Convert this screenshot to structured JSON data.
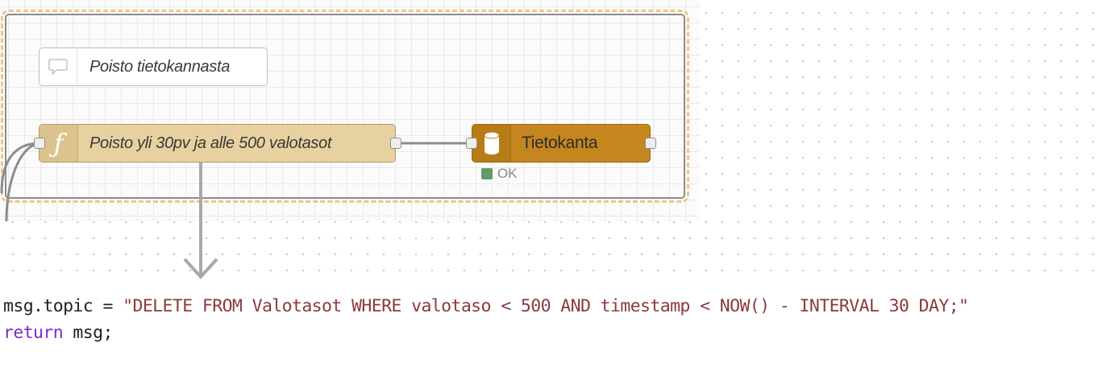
{
  "flow": {
    "comment_node": {
      "label": "Poisto tietokannasta",
      "icon": "comment-bubble-icon"
    },
    "function_node": {
      "label": "Poisto yli 30pv ja alle 500 valotasot",
      "icon": "function-icon",
      "icon_glyph": "ƒ"
    },
    "database_node": {
      "label": "Tietokanta",
      "icon": "database-icon",
      "status_text": "OK",
      "status_color": "#5e9a6a"
    }
  },
  "code": {
    "line1_prefix": "msg.topic = ",
    "line1_string": "\"DELETE FROM Valotasot WHERE valotaso < 500 AND timestamp < NOW() - INTERVAL 30 DAY;\"",
    "line2_keyword": "return",
    "line2_rest": " msg;"
  },
  "colors": {
    "function_node": "#e7d1a0",
    "database_node": "#c5861f",
    "group_dashed_border": "#f0c58a",
    "code_string": "#8b3a3a",
    "code_keyword": "#7b2ec8"
  }
}
